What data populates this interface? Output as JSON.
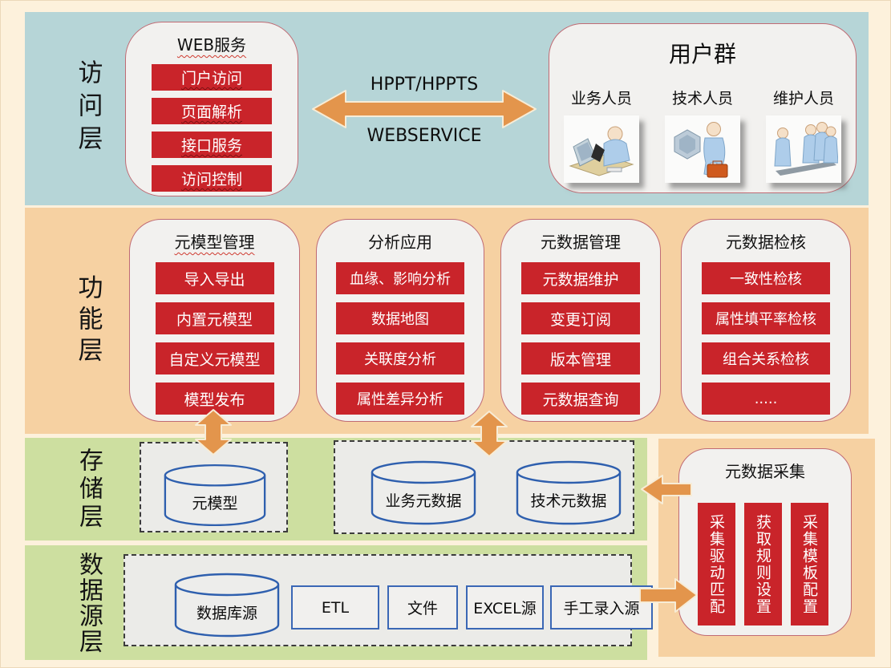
{
  "access_layer": {
    "label": "访问层",
    "web_service": {
      "title": "WEB服务",
      "items": [
        "门户访问",
        "页面解析",
        "接口服务",
        "访问控制"
      ]
    },
    "protocols": {
      "top": "HPPT/HPPTS",
      "bottom": "WEBSERVICE"
    },
    "user_group": {
      "title": "用户群",
      "roles": [
        {
          "label": "业务人员",
          "icon": "business-user-icon"
        },
        {
          "label": "技术人员",
          "icon": "technical-user-icon"
        },
        {
          "label": "维护人员",
          "icon": "maintenance-users-icon"
        }
      ]
    }
  },
  "function_layer": {
    "label": "功能层",
    "modules": [
      {
        "title": "元模型管理",
        "items": [
          "导入导出",
          "内置元模型",
          "自定义元模型",
          "模型发布"
        ]
      },
      {
        "title": "分析应用",
        "items": [
          "血缘、影响分析",
          "数据地图",
          "关联度分析",
          "属性差异分析"
        ]
      },
      {
        "title": "元数据管理",
        "items": [
          "元数据维护",
          "变更订阅",
          "版本管理",
          "元数据查询"
        ]
      },
      {
        "title": "元数据检核",
        "items": [
          "一致性检核",
          "属性填平率检核",
          "组合关系检核",
          "....."
        ]
      }
    ]
  },
  "storage_layer": {
    "label": "存储层",
    "meta_model_db": "元模型",
    "business_db": "业务元数据",
    "technical_db": "技术元数据"
  },
  "datasource_layer": {
    "label": "数据源层",
    "db_source": "数据库源",
    "boxes": [
      "ETL",
      "文件",
      "EXCEL源",
      "手工录入源"
    ]
  },
  "collection_panel": {
    "title": "元数据采集",
    "bars": [
      "采集驱动匹配",
      "获取规则设置",
      "采集模板配置"
    ]
  },
  "colors": {
    "access_bg": "#b6d5d7",
    "function_bg": "#f6d1a2",
    "storage_bg": "#cddfa0",
    "page_bg": "#fdf1dc",
    "module_red": "#c9242a",
    "arrow_orange": "#e3954c",
    "cylinder_stroke": "#2e5fae"
  }
}
